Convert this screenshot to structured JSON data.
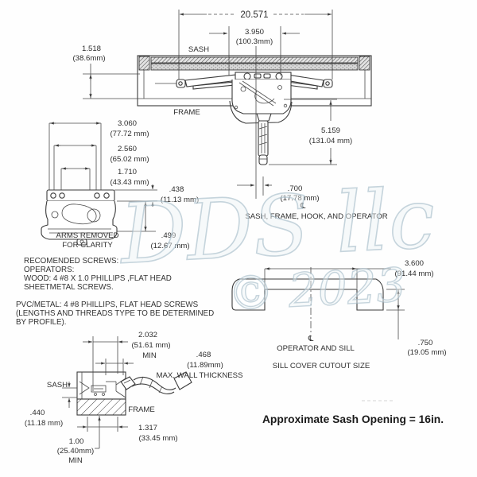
{
  "watermark": {
    "name": "DDS llc",
    "year": "© 2023"
  },
  "top_view": {
    "overall_width_in": "20.571",
    "track_in": "3.950",
    "track_mm": "(100.3mm)",
    "sash_label": "SASH",
    "frame_label": "FRAME",
    "frame_depth_in": "1.518",
    "frame_depth_mm": "(38.6mm)",
    "handle_drop_in": "5.159",
    "handle_drop_mm": "(131.04 mm)",
    "handle_offset_in": ".700",
    "handle_offset_mm": "(17.78 mm)",
    "centerline_symbol": "℄",
    "centerline_caption": "SASH, FRAME, HOOK, AND OPERATOR"
  },
  "operator_detail": {
    "width1_in": "3.060",
    "width1_mm": "(77.72 mm)",
    "width2_in": "2.560",
    "width2_mm": "(65.02 mm)",
    "width3_in": "1.710",
    "width3_mm": "(43.43 mm)",
    "height1_in": ".438",
    "height1_mm": "(11.13 mm)",
    "height2_in": ".499",
    "height2_mm": "(12.67 mm)",
    "note_line1": "ARMS REMOVED",
    "note_line2": "FOR CLARITY"
  },
  "screw_notes": {
    "title": "RECOMENDED SCREWS:",
    "subtitle": "OPERATORS:",
    "wood_line1": "WOOD: 4 #8 X 1.0 PHILLIPS ,FLAT HEAD",
    "wood_line2": "SHEETMETAL SCREWS.",
    "pvc_line1": "PVC/METAL: 4 #8 PHILLIPS, FLAT HEAD SCREWS",
    "pvc_line2": "(LENGTHS AND THREADS TYPE TO BE DETERMINED",
    "pvc_line3": "BY PROFILE)."
  },
  "section_view": {
    "clearance_in": "2.032",
    "clearance_mm": "(51.61 mm)",
    "clearance_note": "MIN",
    "wall_in": ".468",
    "wall_mm": "(11.89mm)",
    "wall_note": "MAX. WALL THICKNESS",
    "sash_label": "SASH",
    "frame_label": "FRAME",
    "sash_depth_in": ".440",
    "sash_depth_mm": "(11.18 mm)",
    "face_in": "1.317",
    "face_mm": "(33.45 mm)",
    "frame_min_in": "1.00",
    "frame_min_mm": "(25.40mm)",
    "frame_min_note": "MIN"
  },
  "sill_view": {
    "cutout_in": "3.600",
    "cutout_mm": "(91.44 mm)",
    "step_in": ".750",
    "step_mm": "(19.05 mm)",
    "centerline_symbol": "℄",
    "caption1": "OPERATOR  AND SILL",
    "caption2": "SILL COVER CUTOUT SIZE"
  },
  "footer": {
    "sash_opening": "Approximate Sash Opening =  16in."
  },
  "colors": {
    "line": "#3b3b3b",
    "text": "#2e2e2e",
    "watermark": "#a2b9c6",
    "footer_text": "#1a1a1a"
  }
}
